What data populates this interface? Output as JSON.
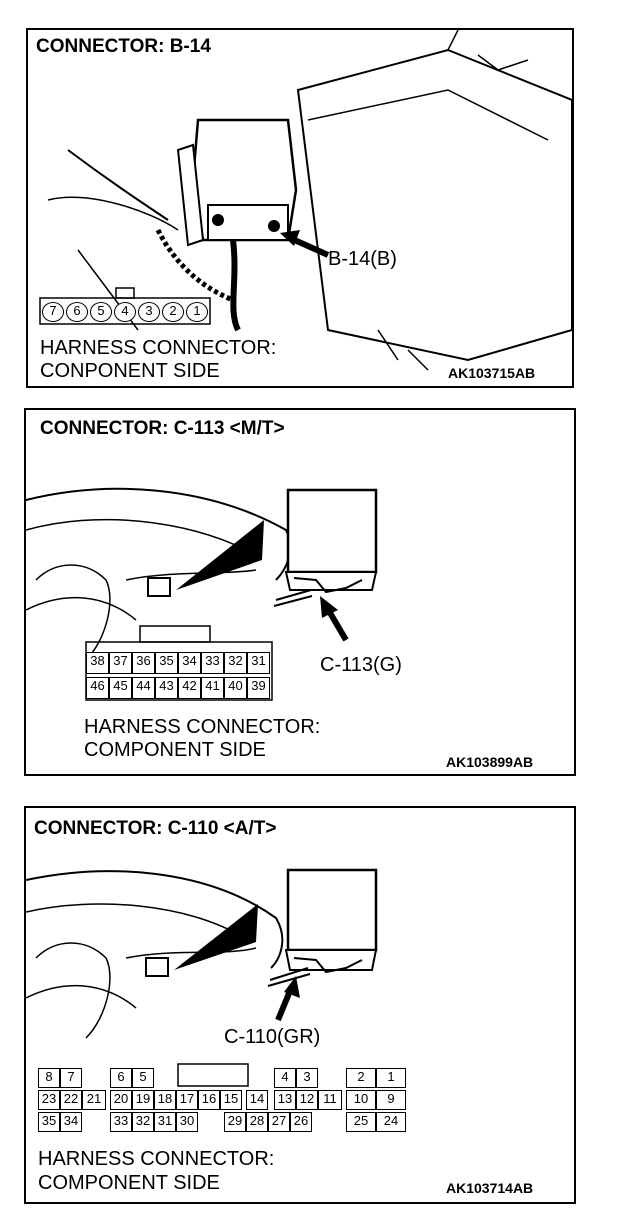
{
  "panels": [
    {
      "title": "CONNECTOR: B-14",
      "callout": "B-14(B)",
      "caption_line1": "HARNESS CONNECTOR:",
      "caption_line2": "CONPONENT SIDE",
      "code": "AK103715AB",
      "pins": [
        "7",
        "6",
        "5",
        "4",
        "3",
        "2",
        "1"
      ]
    },
    {
      "title": "CONNECTOR: C-113 <M/T>",
      "callout": "C-113(G)",
      "caption_line1": "HARNESS CONNECTOR:",
      "caption_line2": "COMPONENT SIDE",
      "code": "AK103899AB",
      "pins_top": [
        "38",
        "37",
        "36",
        "35",
        "34",
        "33",
        "32",
        "31"
      ],
      "pins_bottom": [
        "46",
        "45",
        "44",
        "43",
        "42",
        "41",
        "40",
        "39"
      ]
    },
    {
      "title": "CONNECTOR: C-110 <A/T>",
      "callout": "C-110(GR)",
      "caption_line1": "HARNESS CONNECTOR:",
      "caption_line2": "COMPONENT SIDE",
      "code": "AK103714AB",
      "row1": [
        "8",
        "7",
        "6",
        "5",
        "4",
        "3",
        "2",
        "1"
      ],
      "row2": [
        "23",
        "22",
        "21",
        "20",
        "19",
        "18",
        "17",
        "16",
        "15",
        "14",
        "13",
        "12",
        "11",
        "10",
        "9"
      ],
      "row3": [
        "35",
        "34",
        "33",
        "32",
        "31",
        "30",
        "29",
        "28",
        "27",
        "26",
        "25",
        "24"
      ]
    }
  ]
}
